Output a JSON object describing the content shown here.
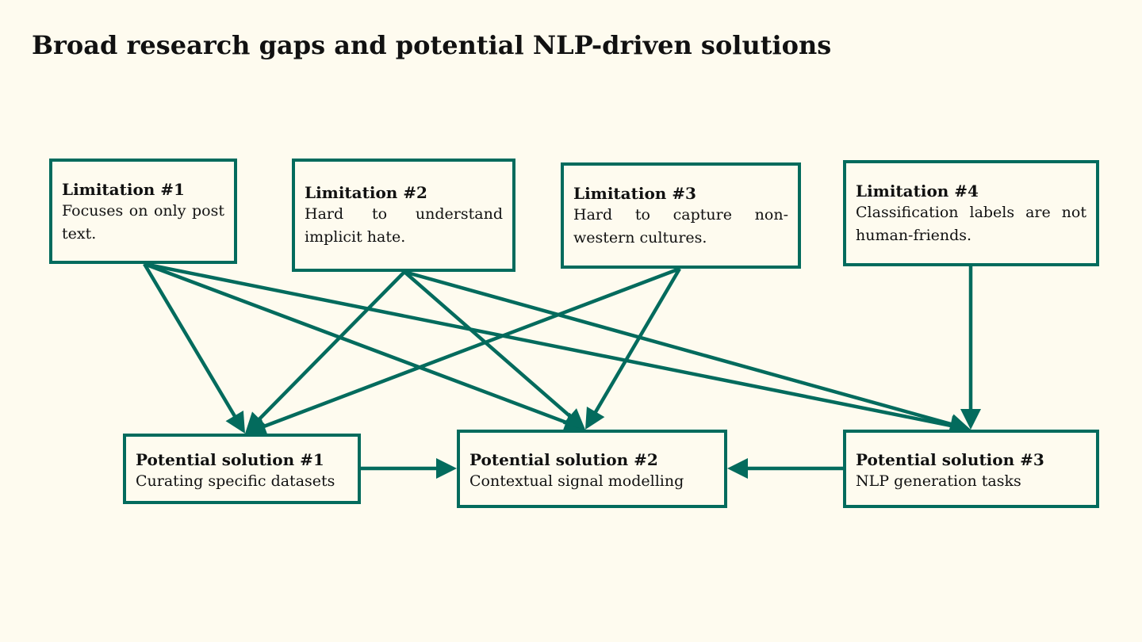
{
  "title": "Broad research gaps and potential NLP-driven solutions",
  "colors": {
    "accent": "#036b5d",
    "background": "#fefbef",
    "text": "#111111"
  },
  "limitations": [
    {
      "id": "lim1",
      "heading": "Limitation #1",
      "text": "Focuses on only post text."
    },
    {
      "id": "lim2",
      "heading": "Limitation #2",
      "text": "Hard to understand implicit hate."
    },
    {
      "id": "lim3",
      "heading": "Limitation #3",
      "text": "Hard to capture non-western cultures."
    },
    {
      "id": "lim4",
      "heading": "Limitation #4",
      "text": "Classification labels are not human-friends."
    }
  ],
  "solutions": [
    {
      "id": "sol1",
      "heading": "Potential solution #1",
      "text": "Curating specific datasets"
    },
    {
      "id": "sol2",
      "heading": "Potential solution #2",
      "text": "Contextual signal modelling"
    },
    {
      "id": "sol3",
      "heading": "Potential solution #3",
      "text": "NLP generation tasks"
    }
  ],
  "edges": [
    {
      "from": "lim1",
      "to": "sol1"
    },
    {
      "from": "lim1",
      "to": "sol2"
    },
    {
      "from": "lim1",
      "to": "sol3"
    },
    {
      "from": "lim2",
      "to": "sol1"
    },
    {
      "from": "lim2",
      "to": "sol2"
    },
    {
      "from": "lim2",
      "to": "sol3"
    },
    {
      "from": "lim3",
      "to": "sol1"
    },
    {
      "from": "lim3",
      "to": "sol2"
    },
    {
      "from": "lim4",
      "to": "sol3"
    },
    {
      "from": "sol1",
      "to": "sol2"
    },
    {
      "from": "sol3",
      "to": "sol2"
    }
  ]
}
